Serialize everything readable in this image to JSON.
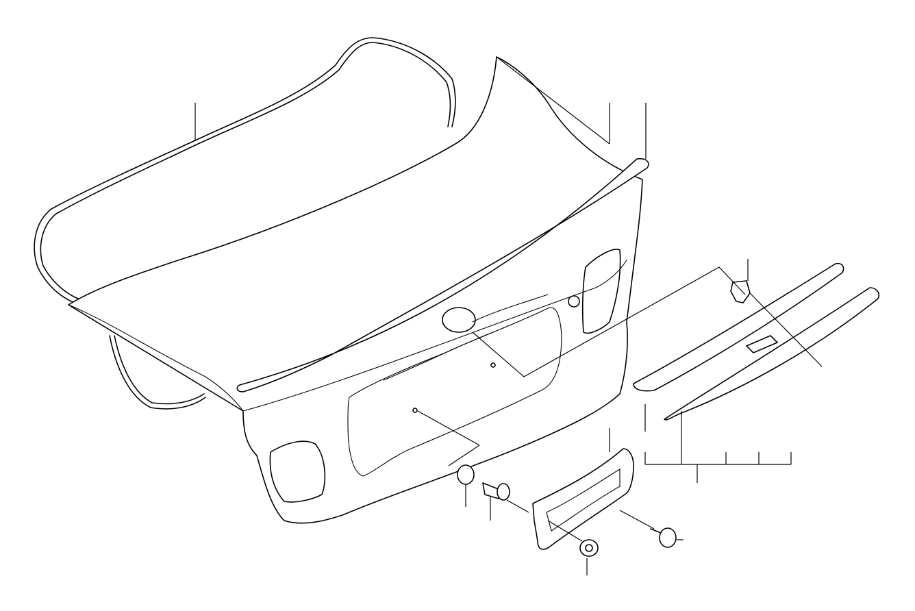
{
  "diagram": {
    "background": "#ffffff",
    "line_color": "#000000",
    "parts": [
      "trunk-lid-seal",
      "trunk-lid",
      "rear-spoiler",
      "handle-trim-strip-upper",
      "handle-trim-strip-lower",
      "expanding-nut",
      "spacer-washer",
      "expanding-rivet",
      "license-plate-bracket",
      "washer",
      "screw"
    ]
  }
}
